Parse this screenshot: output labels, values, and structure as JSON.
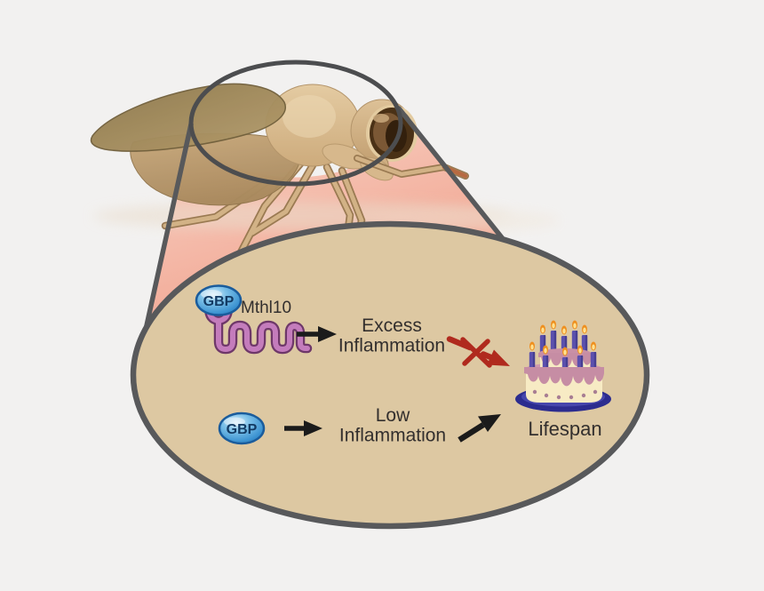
{
  "figure": {
    "description": "Magnified callout from a fruit fly showing two GBP signaling pathways and their effect on lifespan",
    "labels": {
      "gbp_top": "GBP",
      "receptor": "Mthl10",
      "excess_line1": "Excess",
      "excess_line2": "Inflammation",
      "gbp_bottom": "GBP",
      "low_line1": "Low",
      "low_line2": "Inflammation",
      "lifespan": "Lifespan"
    },
    "pathways": [
      {
        "ligand": "GBP",
        "receptor": "Mthl10",
        "outcome": "Excess Inflammation",
        "lifespan_effect": "blocked"
      },
      {
        "ligand": "GBP",
        "receptor": null,
        "outcome": "Low Inflammation",
        "lifespan_effect": "promoted"
      }
    ],
    "icons": {
      "fly": "fruit-fly-icon",
      "magnifier": "magnifier-callout",
      "ligand": "gbp-ligand-icon",
      "receptor": "serpentine-receptor-icon",
      "blocked": "red-x-blocked-arrow-icon",
      "cake": "birthday-cake-icon",
      "cake_candle_count": 10
    },
    "colors": {
      "background": "#f2f1f0",
      "cell_fill": "#ddc8a2",
      "outline_gray": "#58595b",
      "funnel_pink_light": "#f7cbbd",
      "funnel_pink_deep": "#efa28e",
      "gbp_blue": "#3c93d1",
      "receptor_purple": "#c47cbc",
      "receptor_purple_dark": "#6e3769",
      "arrow_black": "#1b1b1b",
      "blocked_red": "#b02a1e",
      "cake_cream": "#f7ebc4",
      "cake_frosting": "#c68da4",
      "cake_plate_blue": "#2c2c8f",
      "candle_purple": "#5b50ad",
      "flame_orange": "#ef8f1e",
      "fly_tan": "#cfae82",
      "wing_olive": "#a08a58"
    }
  }
}
